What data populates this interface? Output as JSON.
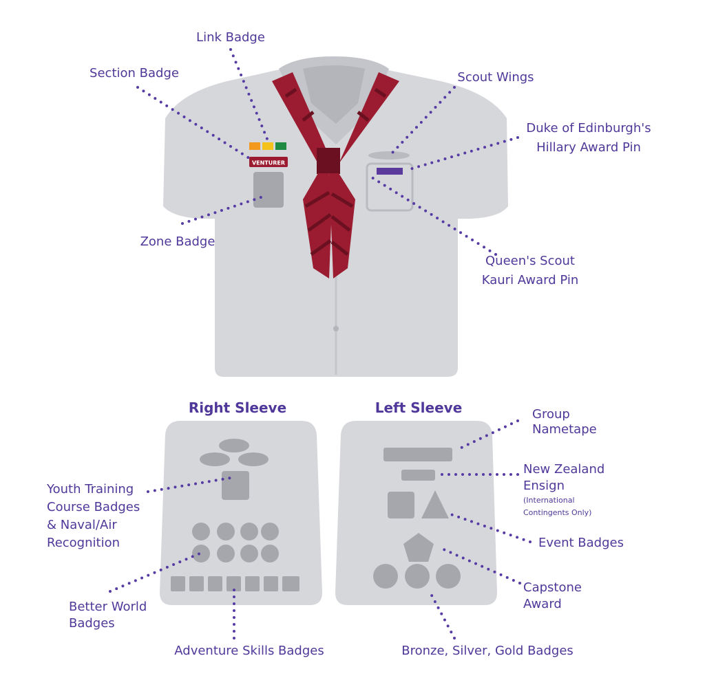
{
  "colors": {
    "label": "#4f3899",
    "shirt": "#d6d7db",
    "badge": "#a5a7ac",
    "scarf": "#9b1c31",
    "scarf_dark": "#6b1020",
    "link_orange": "#f39a1e",
    "link_yellow": "#f5c21b",
    "link_green": "#1f8a42",
    "pin": "#5b3a9e"
  },
  "shirt": {
    "section_badge_text": "VENTURER"
  },
  "labels": {
    "link_badge": "Link Badge",
    "section_badge": "Section Badge",
    "zone_badge": "Zone Badge",
    "scout_wings": "Scout Wings",
    "duke_1": "Duke of Edinburgh's",
    "duke_2": "Hillary Award Pin",
    "queens_1": "Queen's Scout",
    "queens_2": "Kauri Award Pin"
  },
  "right_sleeve": {
    "title": "Right Sleeve",
    "youth_1": "Youth Training",
    "youth_2": "Course Badges",
    "youth_3": "& Naval/Air",
    "youth_4": "Recognition",
    "better_1": "Better World",
    "better_2": "Badges",
    "adventure": "Adventure Skills Badges"
  },
  "left_sleeve": {
    "title": "Left Sleeve",
    "group_1": "Group",
    "group_2": "Nametape",
    "nz_1": "New Zealand",
    "nz_2": "Ensign",
    "nz_3": "(International",
    "nz_4": "Contingents Only)",
    "event": "Event Badges",
    "capstone_1": "Capstone",
    "capstone_2": "Award",
    "bsg": "Bronze, Silver, Gold Badges"
  }
}
